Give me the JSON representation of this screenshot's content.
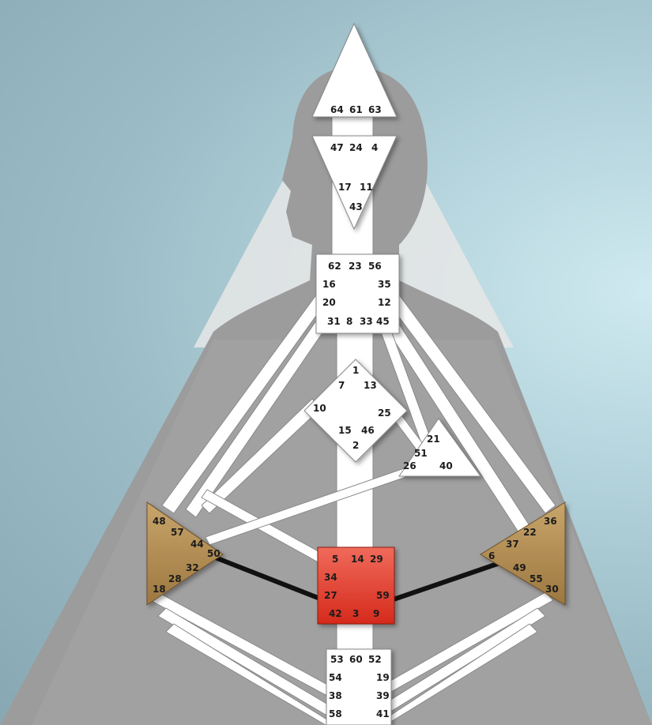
{
  "colors": {
    "background": "#a8c8d2",
    "silhouette": "#9a9a9a",
    "channel_fill": "#ffffff",
    "defined_channel": "#111111",
    "sacral_center": "#e03a2c",
    "spleen_and_solar_plexus_centers": "#b08a50",
    "undefined_center": "#ffffff"
  },
  "centers": {
    "head": {
      "name": "head-center",
      "defined": false,
      "gates": [
        "64",
        "61",
        "63"
      ]
    },
    "ajna": {
      "name": "ajna-center",
      "defined": false,
      "gates": [
        "47",
        "24",
        "4",
        "17",
        "11",
        "43"
      ]
    },
    "throat": {
      "name": "throat-center",
      "defined": false,
      "gates": [
        "62",
        "23",
        "56",
        "16",
        "35",
        "20",
        "12",
        "31",
        "8",
        "33",
        "45"
      ]
    },
    "g": {
      "name": "g-center",
      "defined": false,
      "gates": [
        "1",
        "7",
        "13",
        "10",
        "25",
        "15",
        "46",
        "2"
      ]
    },
    "heart": {
      "name": "heart-center",
      "defined": false,
      "gates": [
        "21",
        "51",
        "26",
        "40"
      ]
    },
    "spleen": {
      "name": "spleen-center",
      "defined": true,
      "gates": [
        "48",
        "57",
        "44",
        "50",
        "32",
        "28",
        "18"
      ]
    },
    "solar_plexus": {
      "name": "solar-plexus-center",
      "defined": true,
      "gates": [
        "36",
        "22",
        "37",
        "6",
        "49",
        "55",
        "30"
      ]
    },
    "sacral": {
      "name": "sacral-center",
      "defined": true,
      "gates": [
        "5",
        "14",
        "29",
        "34",
        "27",
        "59",
        "42",
        "3",
        "9"
      ]
    },
    "root": {
      "name": "root-center",
      "defined": false,
      "gates": [
        "53",
        "60",
        "52",
        "54",
        "19",
        "38",
        "39",
        "58",
        "41"
      ]
    }
  }
}
